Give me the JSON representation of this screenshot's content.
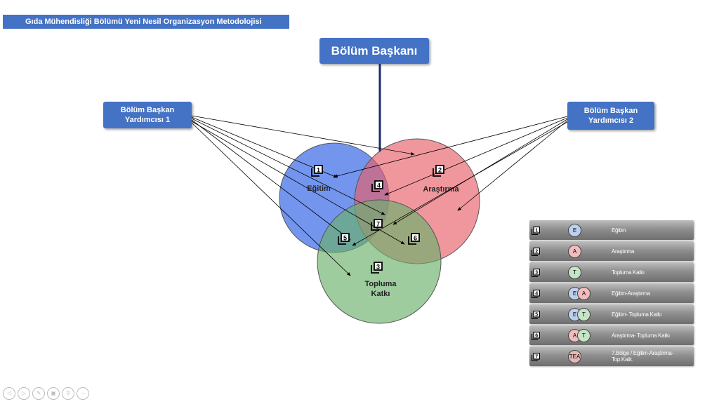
{
  "banner": {
    "title": "Gıda Mühendisliği Bölümü Yeni Nesil Organizasyon Metodolojisi"
  },
  "head": {
    "label": "Bölüm Başkanı"
  },
  "deputy1": {
    "line1": "Bölüm Başkan",
    "line2": "Yardımcısı 1"
  },
  "deputy2": {
    "line1": "Bölüm Başkan",
    "line2": "Yardımcısı 2"
  },
  "venn": {
    "circles": [
      {
        "label": "Eğitim",
        "color": "#4472e8"
      },
      {
        "label": "Araştırma",
        "color": "#e8606a"
      },
      {
        "label_line1": "Topluma",
        "label_line2": "Katkı",
        "color": "#6ab06a"
      }
    ],
    "regions": [
      "1",
      "2",
      "3",
      "4",
      "5",
      "6",
      "7"
    ]
  },
  "legend": [
    {
      "num": "1",
      "circles": [
        {
          "letter": "E",
          "color": "#bcd0ee"
        }
      ],
      "label": "Eğitim"
    },
    {
      "num": "2",
      "circles": [
        {
          "letter": "A",
          "color": "#f3bcbc"
        }
      ],
      "label": "Araştırma"
    },
    {
      "num": "3",
      "circles": [
        {
          "letter": "T",
          "color": "#c6e4c6"
        }
      ],
      "label": "Topluma Katkı"
    },
    {
      "num": "4",
      "circles": [
        {
          "letter": "E",
          "color": "#bcd0ee"
        },
        {
          "letter": "A",
          "color": "#f3bcbc"
        }
      ],
      "label": "Eğitim-Araştırma"
    },
    {
      "num": "5",
      "circles": [
        {
          "letter": "E",
          "color": "#bcd0ee"
        },
        {
          "letter": "T",
          "color": "#c6e4c6"
        }
      ],
      "label": "Eğitim- Topluma Katkı"
    },
    {
      "num": "6",
      "circles": [
        {
          "letter": "A",
          "color": "#f3bcbc"
        },
        {
          "letter": "T",
          "color": "#c6e4c6"
        }
      ],
      "label": "Araştırma- Topluma Katkı"
    },
    {
      "num": "7",
      "circles": [
        {
          "letter": "TEA",
          "color": "#e6b8b8"
        }
      ],
      "label": "7.Bölge / Eğitim-Araştırma-Top.Katk."
    }
  ],
  "nav": [
    "◁",
    "▷",
    "✎",
    "▣",
    "⚲",
    "⋯"
  ]
}
